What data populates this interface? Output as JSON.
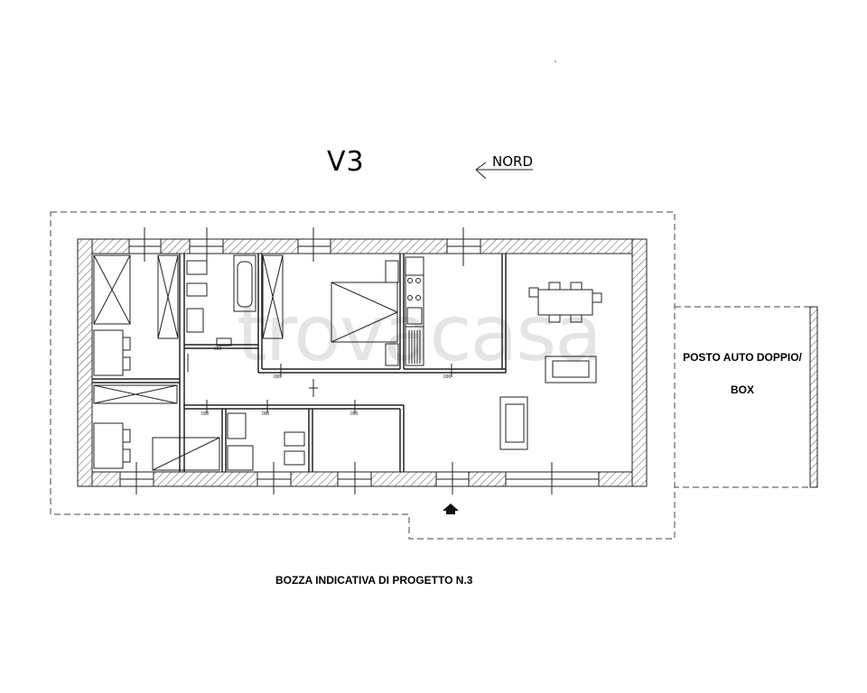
{
  "plan": {
    "title": "V3",
    "north_label": "NORD",
    "parking_label": "POSTO AUTO DOPPIO/",
    "box_label": "BOX",
    "caption": "BOZZA INDICATIVA DI PROGETTO N.3",
    "watermark": "trovacasa",
    "door_tag": "90"
  }
}
